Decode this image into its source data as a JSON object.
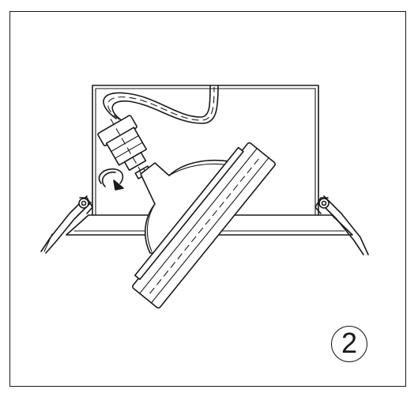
{
  "step": {
    "number": "2"
  },
  "colors": {
    "line": "#1a1a1a",
    "background": "#ffffff"
  },
  "illustration": {
    "subject": "recessed-downlight-housing-with-tilted-lamp",
    "parts": [
      "housing-box",
      "mounting-spring-clip-left",
      "mounting-spring-clip-right",
      "lamp-socket",
      "cable",
      "reflector-lamp",
      "lamp-trim-ring",
      "rotation-arrow-icon"
    ]
  }
}
